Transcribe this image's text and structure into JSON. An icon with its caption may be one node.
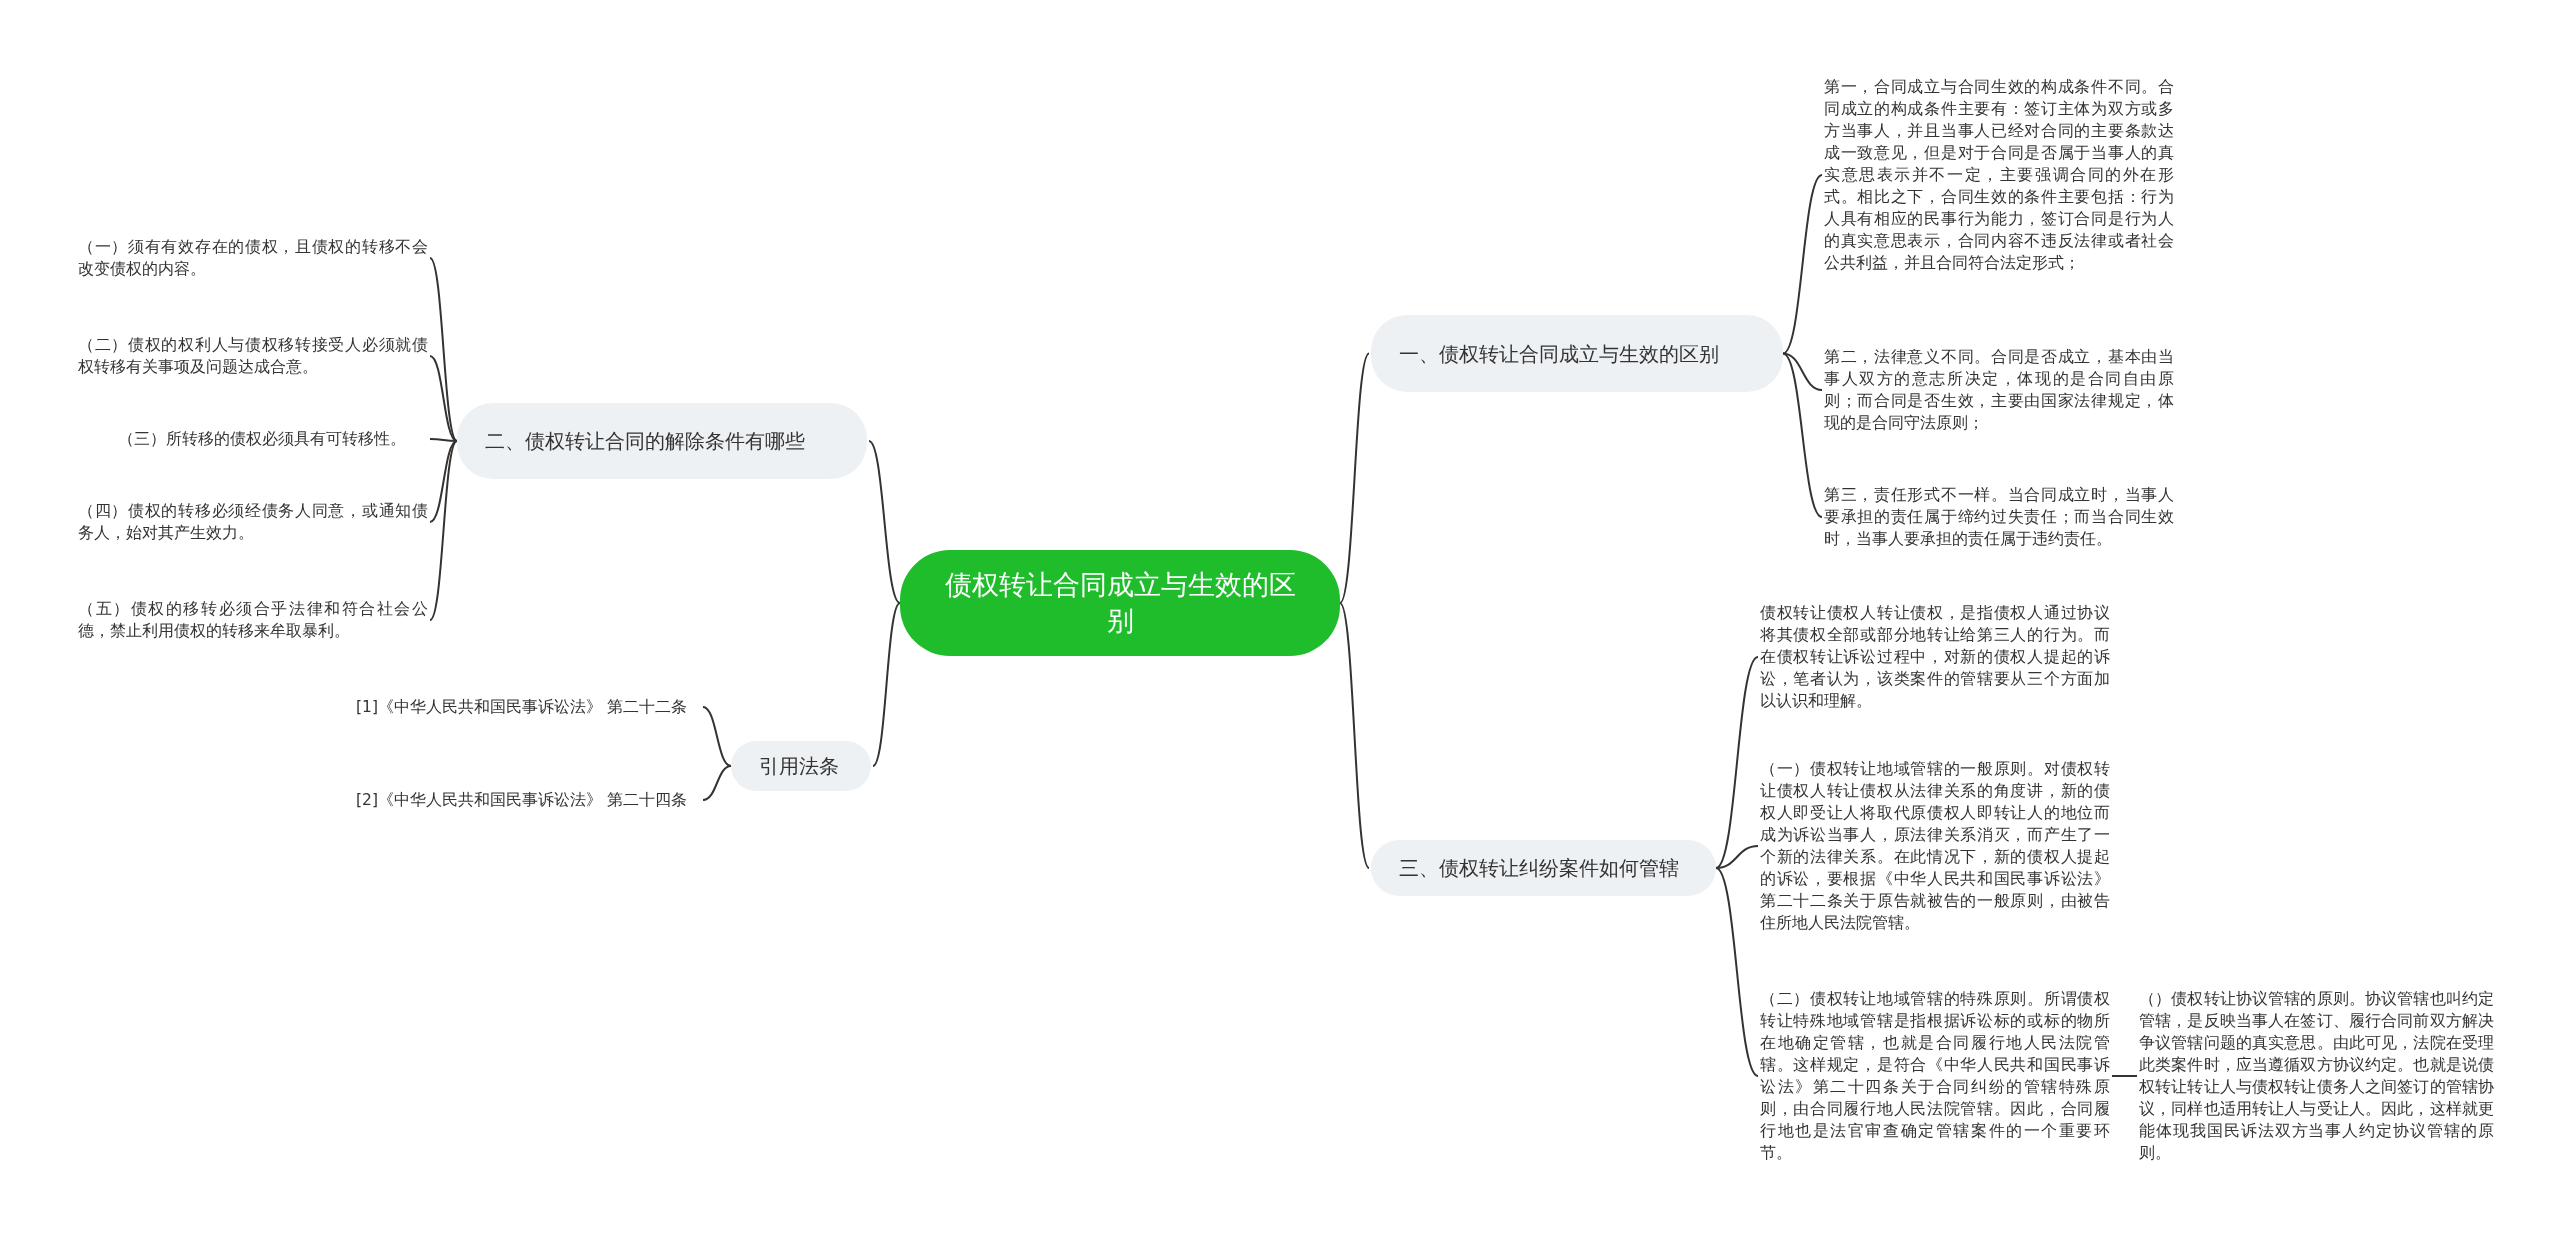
{
  "diagram": {
    "nodes": [
      {
        "text": [
          "债权转让合同成立与生效的区别"
        ]
      },
      {
        "text": [
          "一、债权转让合同成立与生效的区别"
        ]
      },
      {
        "text": [
          "第一，合同成立与合同生效的构成条件不同。合同成立的构成条件主要有：签订主体为双方或多方当事人，并且当事人已经对合同的主要条款达成一致意见，但是对于合同是否属于当事人的真实意思表示并不一定，主要强调合同的外在形式。相比之下，合同生效的条件主要包括：行为人具有相应的民事行为能力，签订合同是行为人的真实意思表示，合同内容不违反法律或者社会公共利益，并且合同符合法定形式；"
        ]
      },
      {
        "text": [
          "第二，法律意义不同。合同是否成立，基本由当事人双方的意志所决定，体现的是合同自由原则；而合同是否生效，主要由国家法律规定，体现的是合同守法原则；"
        ]
      },
      {
        "text": [
          "第三，责任形式不一样。当合同成立时，当事人要承担的责任属于缔约过失责任；而当合同生效时，当事人要承担的责任属于违约责任。"
        ]
      },
      {
        "text": [
          "二、债权转让合同的解除条件有哪些"
        ]
      },
      {
        "text": [
          "（一）须有有效存在的债权，且债权的转移不会改变债权的内容。"
        ]
      },
      {
        "text": [
          "（二）债权的权利人与债权移转接受人必须就债权转移有关事项及问题达成合意。"
        ]
      },
      {
        "text": [
          "（三）所转移的债权必须具有可转移性。"
        ]
      },
      {
        "text": [
          "（四）债权的转移必须经债务人同意，或通知债务人，始对其产生效力。"
        ]
      },
      {
        "text": [
          "（五）债权的移转必须合乎法律和符合社会公德，禁止利用债权的转移来牟取暴利。"
        ]
      },
      {
        "text": [
          "引用法条"
        ]
      },
      {
        "text": [
          "[1]《中华人民共和国民事诉讼法》 第二十二条"
        ]
      },
      {
        "text": [
          "[2]《中华人民共和国民事诉讼法》 第二十四条"
        ]
      },
      {
        "text": [
          "三、债权转让纠纷案件如何管辖"
        ]
      },
      {
        "text": [
          "债权转让债权人转让债权，是指债权人通过协议将其债权全部或部分地转让给第三人的行为。而在债权转让诉讼过程中，对新的债权人提起的诉讼，笔者认为，该类案件的管辖要从三个方面加以认识和理解。"
        ]
      },
      {
        "text": [
          "（一）债权转让地域管辖的一般原则。对债权转让债权人转让债权从法律关系的角度讲，新的债权人即受让人将取代原债权人即转让人的地位而成为诉讼当事人，原法律关系消灭，而产生了一个新的法律关系。在此情况下，新的债权人提起的诉讼，要根据《中华人民共和国民事诉讼法》第二十二条关于原告就被告的一般原则，由被告住所地人民法院管辖。"
        ]
      },
      {
        "text": [
          "（二）债权转让地域管辖的特殊原则。所谓债权转让特殊地域管辖是指根据诉讼标的或标的物所在地确定管辖，也就是合同履行地人民法院管辖。这样规定，是符合《中华人民共和国民事诉讼法》第二十四条关于合同纠纷的管辖特殊原则，由合同履行地人民法院管辖。因此，合同履行地也是法官审查确定管辖案件的一个重要环节。"
        ]
      },
      {
        "text": [
          "（）债权转让协议管辖的原则。协议管辖也叫约定管辖，是反映当事人在签订、履行合同前双方解决争议管辖问题的真实意思。由此可见，法院在受理此类案件时，应当遵循双方协议约定。也就是说债权转让转让人与债权转让债务人之间签订的管辖协议，同样也适用转让人与受让人。因此，这样就更能体现我国民诉法双方当事人约定协议管辖的原则。"
        ]
      }
    ],
    "edges": [
      {
        "from": 0,
        "to": 1,
        "arrow": "none"
      },
      {
        "from": 1,
        "to": 2,
        "arrow": "none"
      },
      {
        "from": 1,
        "to": 3,
        "arrow": "none"
      },
      {
        "from": 1,
        "to": 4,
        "arrow": "none"
      },
      {
        "from": 0,
        "to": 5,
        "arrow": "none"
      },
      {
        "from": 5,
        "to": 6,
        "arrow": "none"
      },
      {
        "from": 5,
        "to": 7,
        "arrow": "none"
      },
      {
        "from": 5,
        "to": 8,
        "arrow": "none"
      },
      {
        "from": 5,
        "to": 9,
        "arrow": "none"
      },
      {
        "from": 5,
        "to": 10,
        "arrow": "none"
      },
      {
        "from": 0,
        "to": 11,
        "arrow": "none"
      },
      {
        "from": 11,
        "to": 12,
        "arrow": "none"
      },
      {
        "from": 11,
        "to": 13,
        "arrow": "none"
      },
      {
        "from": 0,
        "to": 14,
        "arrow": "none"
      },
      {
        "from": 14,
        "to": 15,
        "arrow": "none"
      },
      {
        "from": 14,
        "to": 16,
        "arrow": "none"
      },
      {
        "from": 14,
        "to": 17,
        "arrow": "none"
      },
      {
        "from": 17,
        "to": 18,
        "arrow": "none"
      }
    ]
  }
}
